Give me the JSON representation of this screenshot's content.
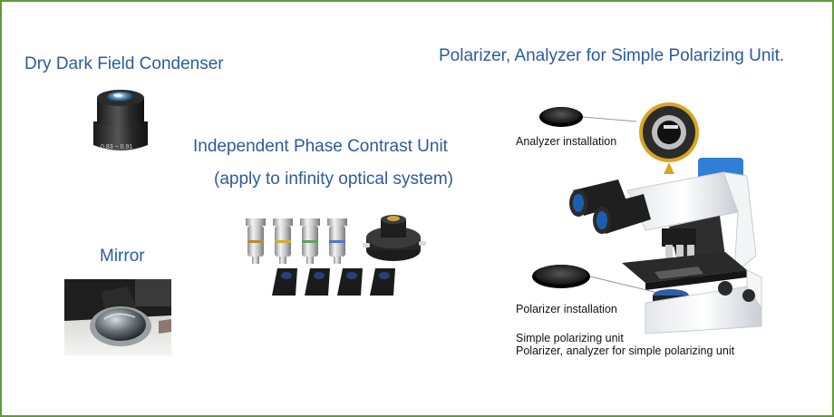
{
  "headings": {
    "dark_field": "Dry Dark Field Condenser",
    "phase_title": "Independent Phase Contrast Unit",
    "phase_sub": "(apply to infinity optical system)",
    "mirror": "Mirror",
    "polarizer": "Polarizer, Analyzer for Simple Polarizing Unit."
  },
  "captions": {
    "analyzer": "Analyzer installation",
    "polarizer": "Polarizer installation",
    "simple_unit": "Simple polarizing unit",
    "polarizer_analyzer": "Polarizer, analyzer for simple polarizing unit"
  },
  "condenser_ring": "0.83 ~ 0.91",
  "colors": {
    "border": "#5f9a37",
    "heading": "#2d5a9b",
    "microscope_accent": "#2f7fd6"
  }
}
